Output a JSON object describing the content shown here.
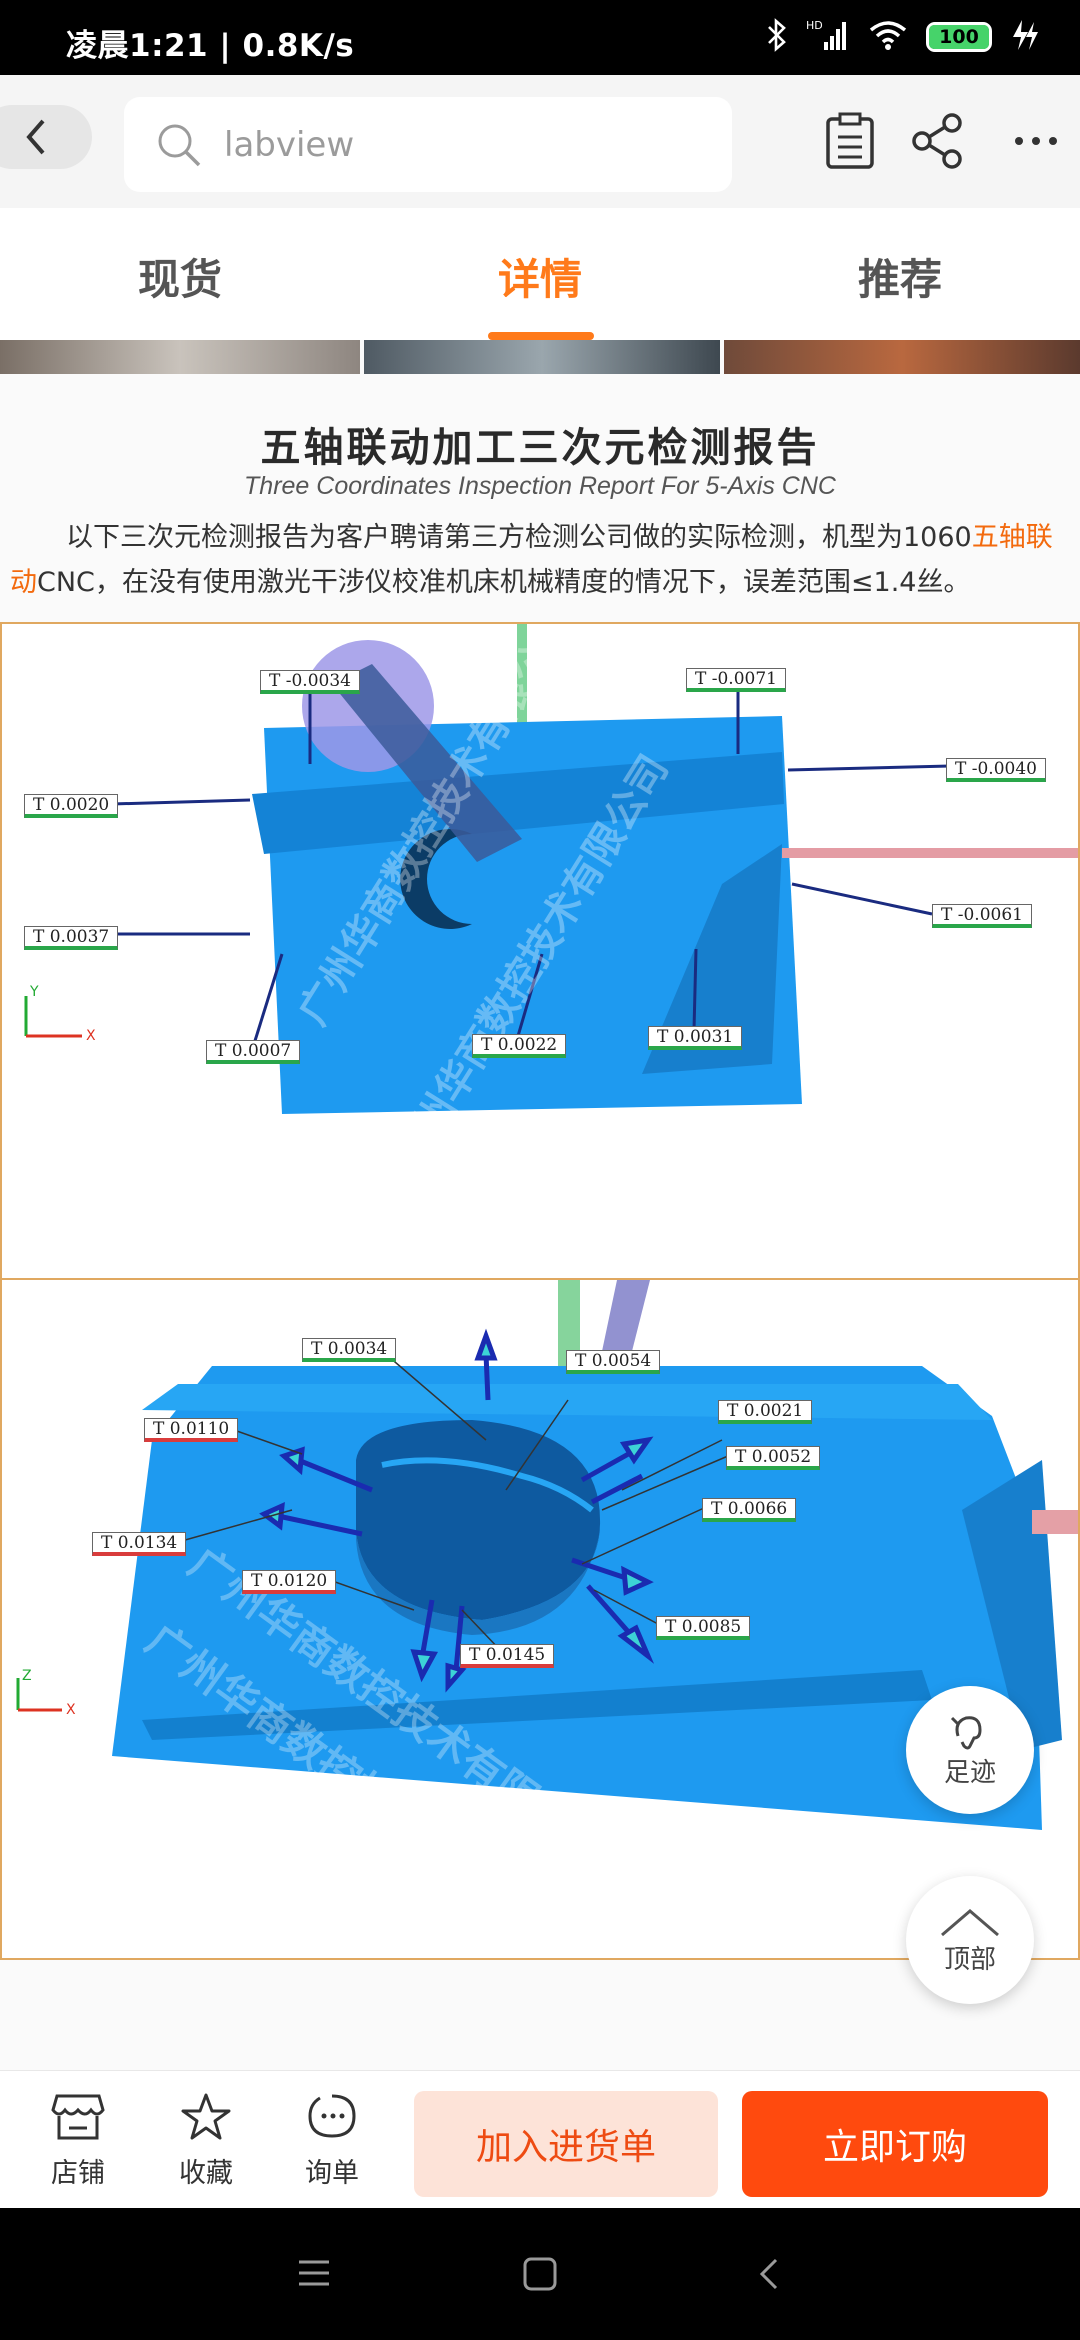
{
  "status_bar": {
    "time": "凌晨1:21 | 0.8K/s",
    "battery": "100"
  },
  "search": {
    "placeholder": "labview"
  },
  "tabs": [
    {
      "label": "现货"
    },
    {
      "label": "详情",
      "active": true
    },
    {
      "label": "推荐"
    }
  ],
  "report": {
    "title": "五轴联动加工三次元检测报告",
    "subtitle": "Three Coordinates Inspection Report For 5-Axis CNC",
    "para_part1": "以下三次元检测报告为客户聘请第三方检测公司做的实际检测，机型为1060",
    "para_highlight": "五轴联动",
    "para_part2": "CNC，在没有使用激光干涉仪校准机床机械精度的情况下，误差范围≤1.4丝。"
  },
  "panel1": {
    "labels": [
      "T -0.0034",
      "T -0.0071",
      "T -0.0040",
      "T 0.0020",
      "T -0.0061",
      "T 0.0037",
      "T 0.0007",
      "T 0.0022",
      "T 0.0031"
    ],
    "watermark": "广州华商数控技术有限公司",
    "axes": {
      "x": "X",
      "y": "Y"
    }
  },
  "panel2": {
    "labels": [
      "T 0.0034",
      "T 0.0054",
      "T 0.0021",
      "T 0.0110",
      "T 0.0052",
      "T 0.0066",
      "T 0.0134",
      "T 0.0120",
      "T 0.0085",
      "T 0.0145"
    ],
    "watermark": "广州华商数控技术有限公司",
    "axes": {
      "x": "X",
      "y": "Z"
    }
  },
  "floating": {
    "footprint": "足迹",
    "top": "顶部"
  },
  "bottom_bar": {
    "store": "店铺",
    "favorite": "收藏",
    "inquiry": "询单",
    "add_label": "加入进货单",
    "buy_label": "立即订购"
  },
  "colors": {
    "accent": "#ff7a1a",
    "buy": "#ff4a0e",
    "add_bg": "#fde3d8",
    "part_blue": "#1e9af0"
  }
}
